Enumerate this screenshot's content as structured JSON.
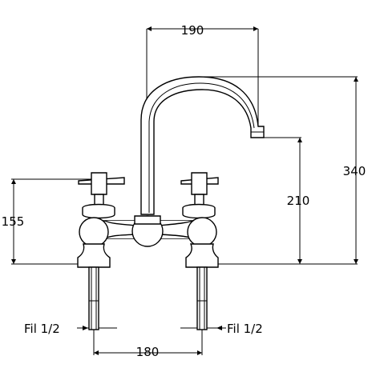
{
  "drawing": {
    "subject": "bridge mixer tap technical drawing",
    "dimensions": {
      "spout_reach": "190",
      "overall_height": "340",
      "spout_height": "210",
      "handle_height": "155",
      "centres": "180"
    },
    "thread_left": "Fil 1/2",
    "thread_right": "Fil 1/2"
  }
}
